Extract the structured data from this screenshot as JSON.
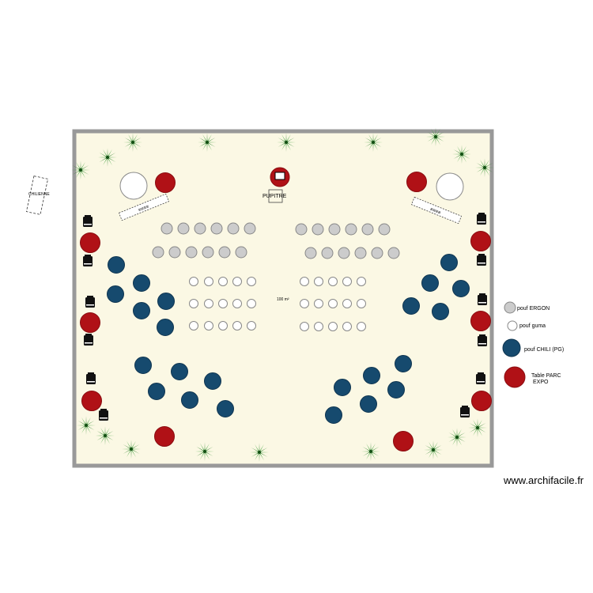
{
  "room": {
    "area_label": "100 m²",
    "bg_color": "#fbf8e4",
    "wall_color": "#999999"
  },
  "labels": {
    "pupitre": "PUPITRE",
    "chilienne": "CHILIENNE",
    "beside_table_left": "≡≡≡≡",
    "beside_table_right": "≡≡≡≡"
  },
  "legend": {
    "items": [
      {
        "label": "pouf ERGON",
        "color": "#cccccc",
        "stroke": "#888888"
      },
      {
        "label": "pouf guma",
        "color": "#ffffff",
        "stroke": "#888888"
      },
      {
        "label": "pouf CHILI (PG)",
        "color": "#164a6e",
        "stroke": "#0f3550"
      },
      {
        "label": "Table PARC",
        "label2": "EXPO",
        "color": "#b01116",
        "stroke": "#8a0d11"
      }
    ]
  },
  "colors": {
    "ergon": "#cccccc",
    "guma": "#ffffff",
    "chili": "#164a6e",
    "table_parc": "#b01116",
    "plant": "#2e9a2e",
    "chair": "#111111"
  },
  "watermark": "www.archifacile.fr"
}
